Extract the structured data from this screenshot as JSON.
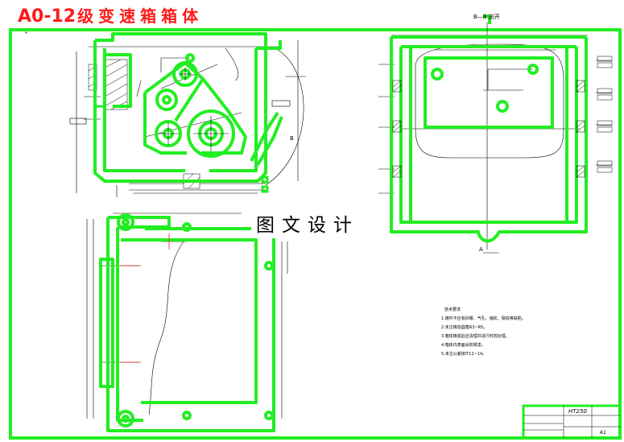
{
  "title": {
    "code": "A0-12",
    "name": "级变速箱箱体"
  },
  "watermark": "图文设计",
  "views": {
    "section_label": "B—B 剖开",
    "section_marker_a": "A",
    "section_marker_b": "B"
  },
  "notes": {
    "heading": "技术要求",
    "items": [
      "1.铸件不应有砂眼、气孔、缩松、裂纹等缺陷。",
      "2.未注铸造圆角R3~R5。",
      "3.箱体铸成后应清理并进行时效处理。",
      "4.箱体内表面涂防锈漆。",
      "5.未注公差按IT12~14。"
    ]
  },
  "title_block": {
    "material": "HT250",
    "scale": "A1"
  },
  "colors": {
    "outline": "#22ee22",
    "line": "#000000",
    "accent": "#ff1a1a",
    "border": "#22ee22"
  }
}
